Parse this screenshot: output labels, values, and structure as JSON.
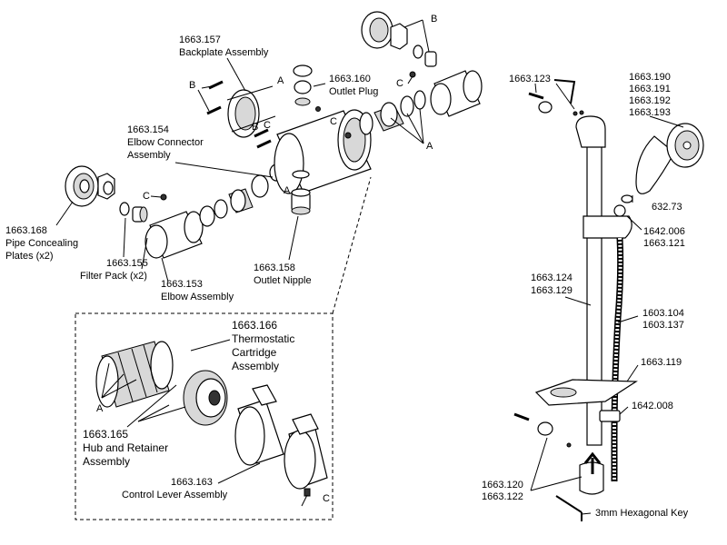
{
  "labels": {
    "backplate_num": "1663.157",
    "backplate_name": "Backplate Assembly",
    "outlet_plug_num": "1663.160",
    "outlet_plug_name": "Outlet Plug",
    "elbow_conn_num": "1663.154",
    "elbow_conn_line1": "Elbow Connector",
    "elbow_conn_line2": "Assembly",
    "pipe_plates_num": "1663.168",
    "pipe_plates_line1": "Pipe Concealing",
    "pipe_plates_line2": "Plates (x2)",
    "filter_num": "1663.155",
    "filter_name": "Filter Pack (x2)",
    "elbow_asm_num": "1663.153",
    "elbow_asm_name": "Elbow Assembly",
    "outlet_nipple_num": "1663.158",
    "outlet_nipple_name": "Outlet Nipple",
    "cartridge_num": "1663.166",
    "cartridge_line1": "Thermostatic",
    "cartridge_line2": "Cartridge",
    "cartridge_line3": "Assembly",
    "hub_num": "1663.165",
    "hub_line1": "Hub and Retainer",
    "hub_line2": "Assembly",
    "lever_num": "1663.163",
    "lever_name": "Control Lever Assembly",
    "bracket_top_num": "1663.123",
    "handset_nums": [
      "1663.190",
      "1663.191",
      "1663.192",
      "1663.193"
    ],
    "washer_num": "632.73",
    "slider_num1": "1642.006",
    "slider_num2": "1663.121",
    "rail_num1": "1663.124",
    "rail_num2": "1663.129",
    "hose_num1": "1603.104",
    "hose_num2": "1603.137",
    "soapdish_num": "1663.119",
    "hose_ret_num": "1642.008",
    "bracket_bot_num1": "1663.120",
    "bracket_bot_num2": "1663.122",
    "hex_key": "3mm Hexagonal Key",
    "letter_a": "A",
    "letter_b": "B",
    "letter_c": "C"
  }
}
